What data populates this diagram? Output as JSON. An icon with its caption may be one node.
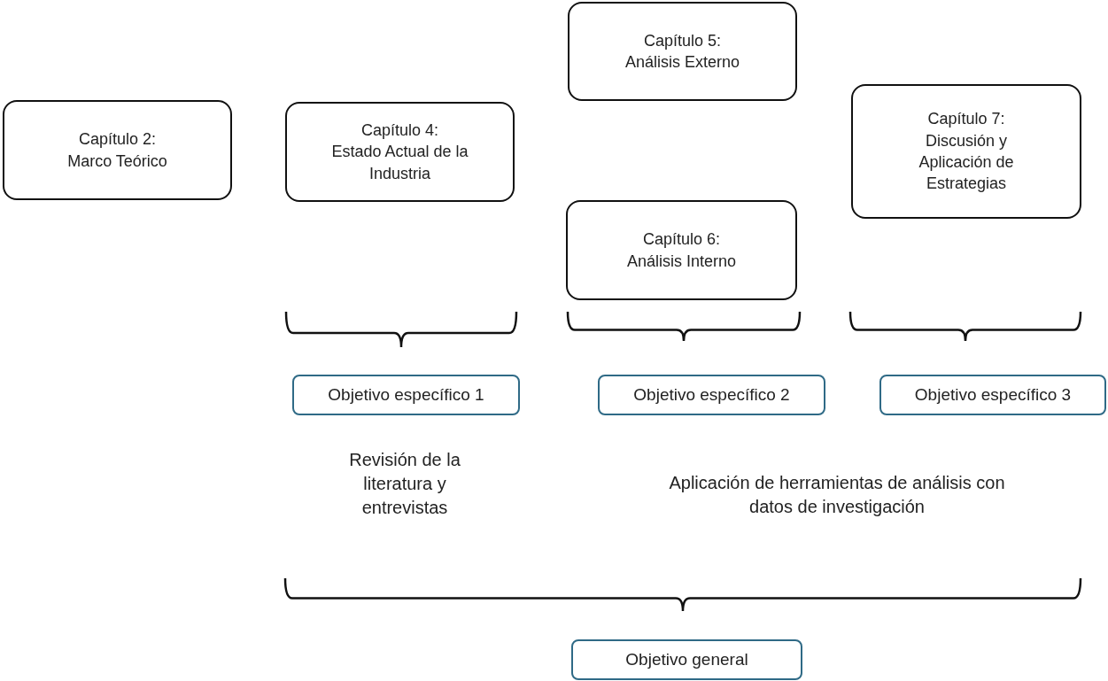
{
  "diagram": {
    "nodes": [
      {
        "text": [
          "Capítulo 2:",
          "Marco Teórico"
        ]
      },
      {
        "text": [
          "Capítulo 4:",
          "Estado Actual de la Industria"
        ]
      },
      {
        "text": [
          "Capítulo 5:",
          "Análisis Externo"
        ]
      },
      {
        "text": [
          "Capítulo 6:",
          "Análisis Interno"
        ]
      },
      {
        "text": [
          "Capítulo 7:",
          "Discusión y Aplicación de Estrategias"
        ]
      },
      {
        "text": [
          "Objetivo específico 1"
        ]
      },
      {
        "text": [
          "Objetivo específico 2"
        ]
      },
      {
        "text": [
          "Objetivo específico 3"
        ]
      },
      {
        "text": [
          "Objetivo general"
        ]
      }
    ],
    "edges": [],
    "labels": [
      "Revisión de la literatura y entrevistas",
      "Aplicación de herramientas de análisis con datos de investigación"
    ]
  }
}
